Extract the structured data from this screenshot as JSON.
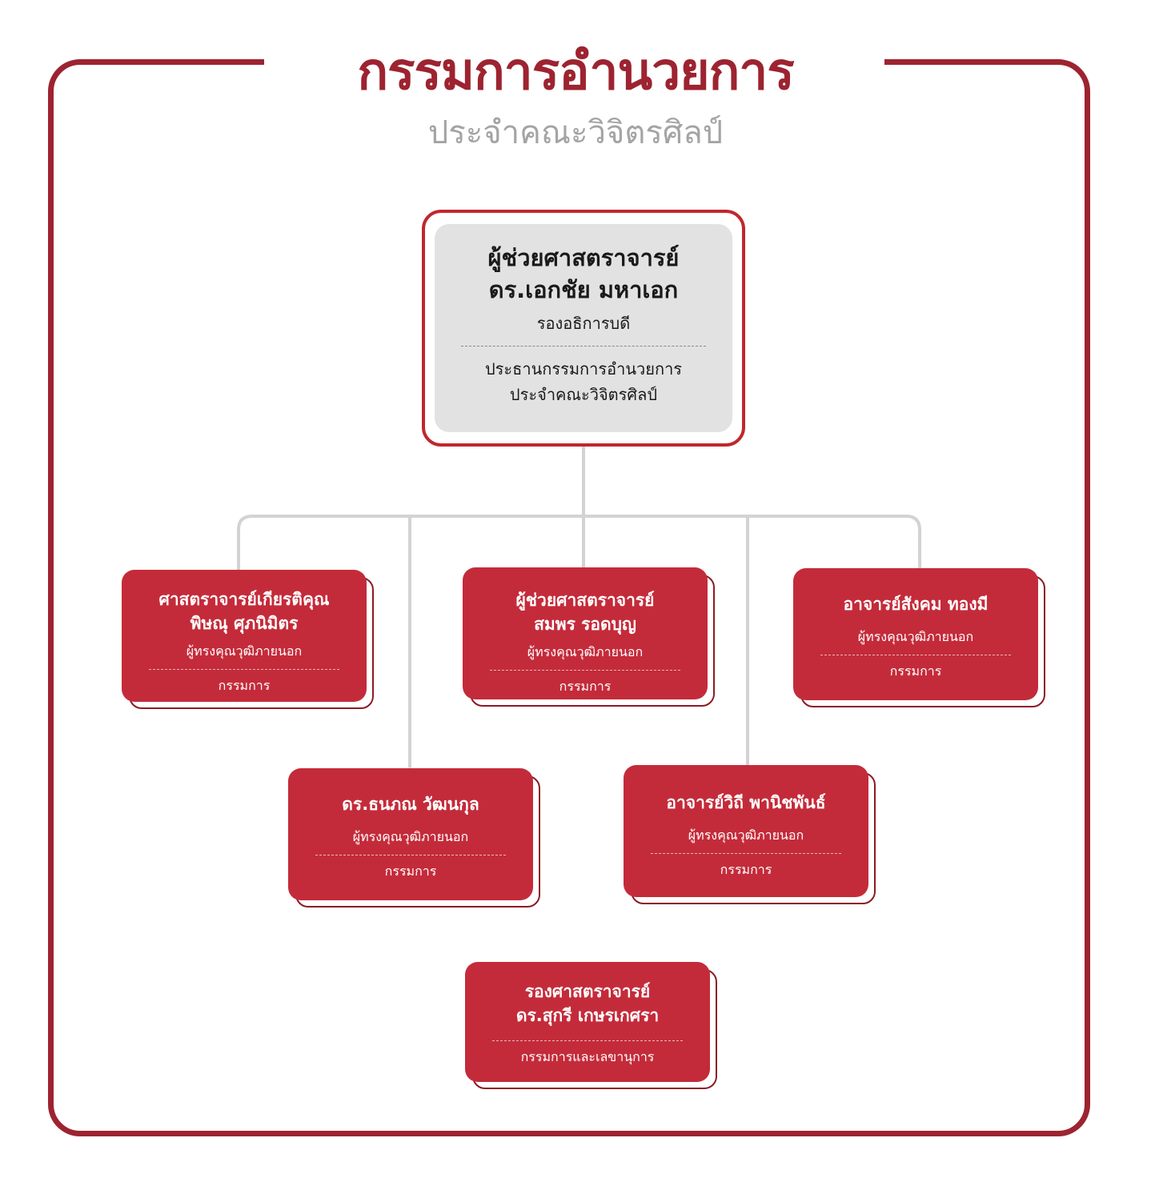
{
  "header": {
    "title": "กรรมการอำนวยการ",
    "subtitle": "ประจำคณะวิจิตรศิลป์"
  },
  "colors": {
    "brand_dark": "#9d2330",
    "card_red": "#c42b3a",
    "chair_bg": "#e2e2e2",
    "connector": "#d3d3d3"
  },
  "chair": {
    "name_line1": "ผู้ช่วยศาสตราจารย์",
    "name_line2": "ดร.เอกชัย มหาเอก",
    "position": "รองอธิการบดี",
    "role_line1": "ประธานกรรมการอำนวยการ",
    "role_line2": "ประจำคณะวิจิตรศิลป์"
  },
  "members": [
    {
      "name_line1": "ศาสตราจารย์เกียรติคุณ",
      "name_line2": "พิษณุ ศุภนิมิตร",
      "position": "ผู้ทรงคุณวุฒิภายนอก",
      "role": "กรรมการ"
    },
    {
      "name_line1": "ผู้ช่วยศาสตราจารย์",
      "name_line2": "สมพร รอดบุญ",
      "position": "ผู้ทรงคุณวุฒิภายนอก",
      "role": "กรรมการ"
    },
    {
      "name_line1": "อาจารย์สังคม ทองมี",
      "position": "ผู้ทรงคุณวุฒิภายนอก",
      "role": "กรรมการ"
    },
    {
      "name_line1": "ดร.ธนภณ วัฒนกุล",
      "position": "ผู้ทรงคุณวุฒิภายนอก",
      "role": "กรรมการ"
    },
    {
      "name_line1": "อาจารย์วิถี พานิชพันธ์",
      "position": "ผู้ทรงคุณวุฒิภายนอก",
      "role": "กรรมการ"
    },
    {
      "name_line1": "รองศาสตราจารย์",
      "name_line2": "ดร.สุกรี เกษรเกศรา",
      "role": "กรรมการและเลขานุการ"
    }
  ]
}
